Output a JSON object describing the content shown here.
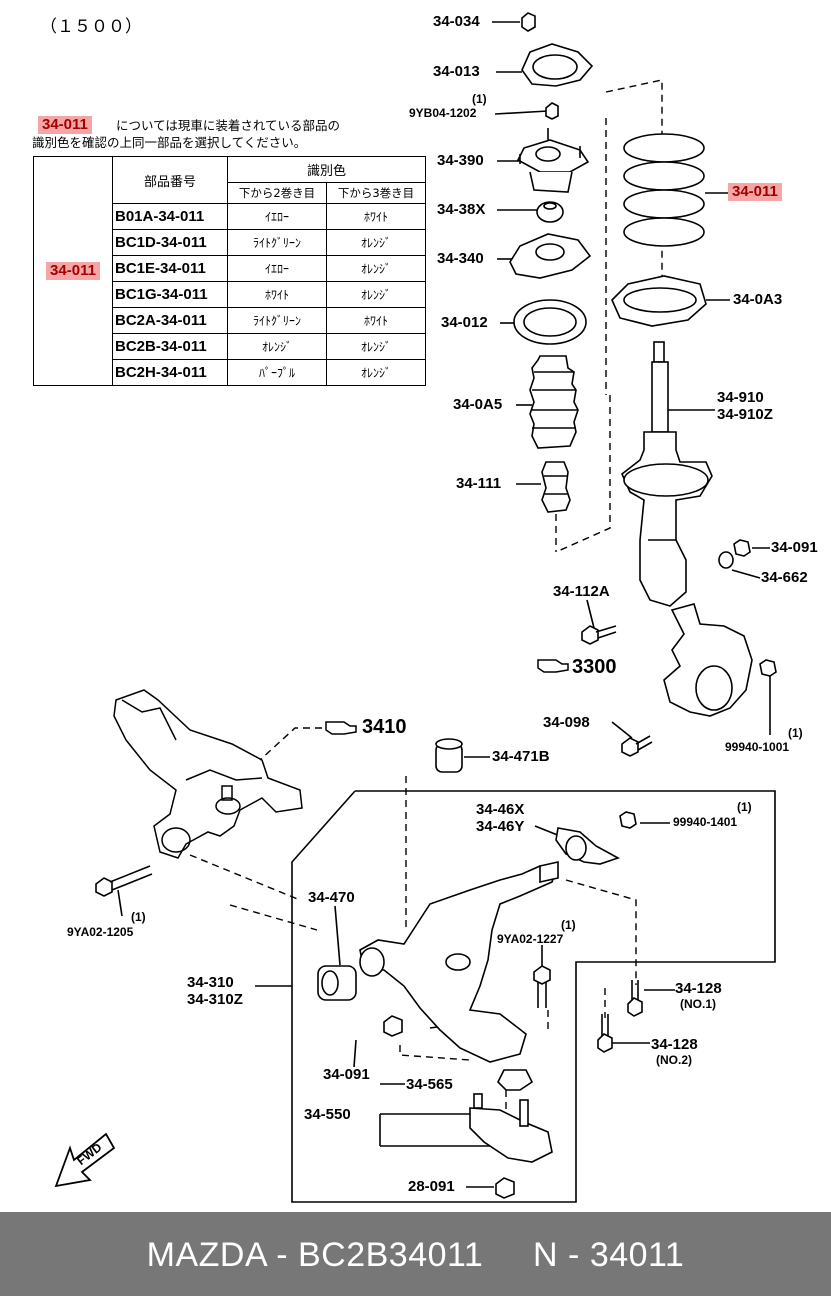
{
  "header": {
    "title": "（１５００）"
  },
  "note": {
    "part_ref": "34-011",
    "line1": "については現車に装着されている部品の",
    "line2": "識別色を確認の上同一部品を選択してください。"
  },
  "table": {
    "row_label": "34-011",
    "col_part_number": "部品番号",
    "col_identification": "識別色",
    "col_sub1": "下から2巻き目",
    "col_sub2": "下から3巻き目",
    "rows": [
      {
        "part": "B01A-34-011",
        "c1": "ｲｴﾛｰ",
        "c2": "ﾎﾜｲﾄ"
      },
      {
        "part": "BC1D-34-011",
        "c1": "ﾗｲﾄｸﾞﾘｰﾝ",
        "c2": "ｵﾚﾝｼﾞ"
      },
      {
        "part": "BC1E-34-011",
        "c1": "ｲｴﾛｰ",
        "c2": "ｵﾚﾝｼﾞ"
      },
      {
        "part": "BC1G-34-011",
        "c1": "ﾎﾜｲﾄ",
        "c2": "ｵﾚﾝｼﾞ"
      },
      {
        "part": "BC2A-34-011",
        "c1": "ﾗｲﾄｸﾞﾘｰﾝ",
        "c2": "ﾎﾜｲﾄ"
      },
      {
        "part": "BC2B-34-011",
        "c1": "ｵﾚﾝｼﾞ",
        "c2": "ｵﾚﾝｼﾞ"
      },
      {
        "part": "BC2H-34-011",
        "c1": "ﾊﾟｰﾌﾟﾙ",
        "c2": "ｵﾚﾝｼﾞ"
      }
    ]
  },
  "labels": {
    "l34034": "34-034",
    "l34013": "34-013",
    "l9yb04_qty": "(1)",
    "l9yb04": "9YB04-1202",
    "l34390": "34-390",
    "l3438x": "34-38X",
    "l34340": "34-340",
    "l34012": "34-012",
    "l340a5": "34-0A5",
    "l34111": "34-111",
    "l34011": "34-011",
    "l340a3": "34-0A3",
    "l34910": "34-910",
    "l34910z": "34-910Z",
    "l34091a": "34-091",
    "l34662": "34-662",
    "l34112a": "34-112A",
    "l3300": "3300",
    "l34098": "34-098",
    "l99940_1001_qty": "(1)",
    "l99940_1001": "99940-1001",
    "l3410": "3410",
    "l34471b": "34-471B",
    "l3446x": "34-46X",
    "l3446y": "34-46Y",
    "l99940_1401_qty": "(1)",
    "l99940_1401": "99940-1401",
    "l34470": "34-470",
    "l9ya02_1227_qty": "(1)",
    "l9ya02_1227": "9YA02-1227",
    "l9ya02_1205_qty": "(1)",
    "l9ya02_1205": "9YA02-1205",
    "l34310": "34-310",
    "l34310z": "34-310Z",
    "l34128a": "34-128",
    "l34128a_sub": "(NO.1)",
    "l34128b": "34-128",
    "l34128b_sub": "(NO.2)",
    "l34091b": "34-091",
    "l34565": "34-565",
    "l34550": "34-550",
    "l28091": "28-091",
    "fwd": "FWD"
  },
  "colors": {
    "highlight_bg": "#f4a6a6",
    "highlight_text": "#a30000",
    "footer_bg": "#777777"
  },
  "icons": [
    "hand-pointer-icon",
    "fwd-arrow-icon"
  ],
  "footer": {
    "text": "MAZDA - BC2B34011     N - 34011"
  }
}
